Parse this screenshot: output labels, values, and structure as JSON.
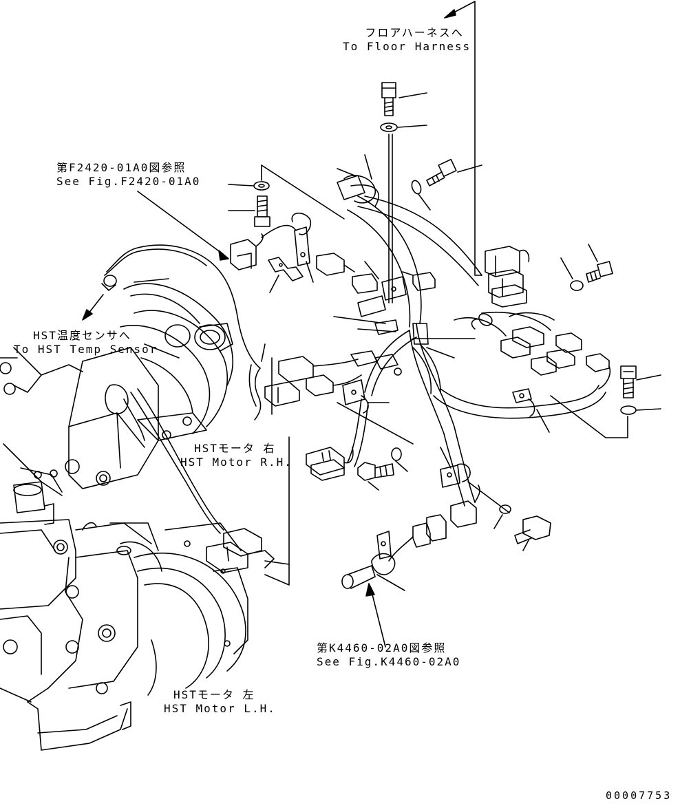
{
  "callouts": {
    "floor_harness": {
      "ja": "フロアハーネスへ",
      "en": "To Floor Harness"
    },
    "fig_f2420": {
      "ja": "第F2420-01A0図参照",
      "en": "See Fig.F2420-01A0"
    },
    "hst_temp_sensor": {
      "ja": "HST温度センサへ",
      "en": "To HST Temp Sensor"
    },
    "hst_motor_rh": {
      "ja": "HSTモータ 右",
      "en": "HST Motor R.H."
    },
    "fig_k4460": {
      "ja": "第K4460-02A0図参照",
      "en": "See Fig.K4460-02A0"
    },
    "hst_motor_lh": {
      "ja": "HSTモータ 左",
      "en": "HST Motor L.H."
    }
  },
  "drawing_number": "00007753"
}
